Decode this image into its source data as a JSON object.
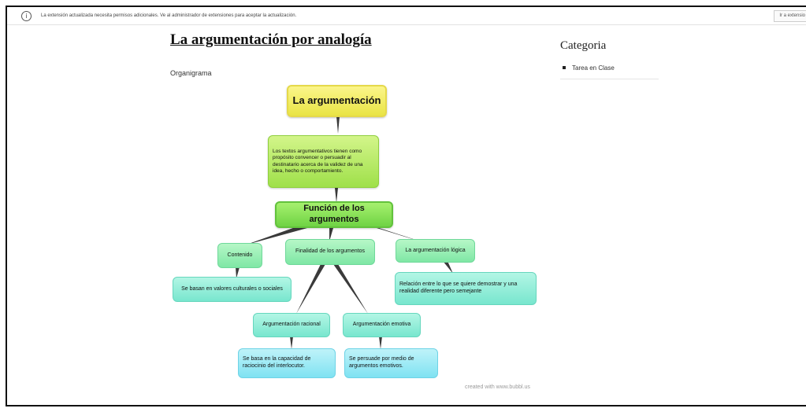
{
  "infobar": {
    "message": "La extensión actualizada necesita permisos adicionales. Ve al administrador de extensiones para aceptar la actualización.",
    "button": "Ir a extensio"
  },
  "post": {
    "title": "La argumentación por analogía",
    "subtitle": "Organigrama"
  },
  "sidebar": {
    "heading": "Categoria",
    "items": [
      {
        "label": "Tarea en Clase"
      }
    ]
  },
  "diagram": {
    "root": "La argumentación",
    "definition": "Los textos argumentativos tienen como propósito convencer o persuadir al destinatario acerca de la validez de una idea, hecho o comportamiento.",
    "function": "Función de los argumentos",
    "content": "Contenido",
    "content_desc": "Se basan en valores culturales o sociales",
    "purpose": "Finalidad de los argumentos",
    "logic": "La argumentación lógica",
    "logic_desc": "Relación entre lo que se quiere demostrar y una realidad diferente pero semejante",
    "rational": "Argumentación racional",
    "rational_desc": "Se basa en la capacidad de raciocinio del interlocutor.",
    "emotive": "Argumentación emotiva",
    "emotive_desc": "Se persuade por medio de argumentos emotivos.",
    "credit": "created with www.bubbl.us"
  }
}
